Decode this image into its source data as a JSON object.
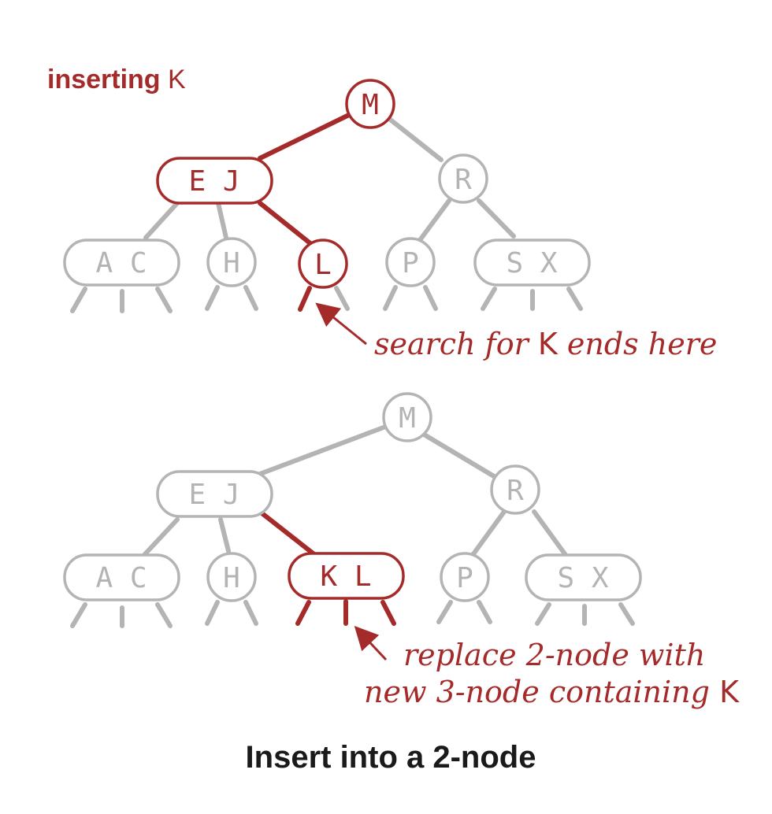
{
  "top_label": {
    "prefix": "inserting",
    "key": "K"
  },
  "tree_before": {
    "root": "M",
    "level1": [
      "E J",
      "R"
    ],
    "level2": [
      "A C",
      "H",
      "L",
      "P",
      "S X"
    ]
  },
  "annotation_before": {
    "prefix": "search for",
    "key": "K",
    "suffix": "ends here"
  },
  "tree_after": {
    "root": "M",
    "level1": [
      "E J",
      "R"
    ],
    "level2": [
      "A C",
      "H",
      "K L",
      "P",
      "S X"
    ]
  },
  "annotation_after": {
    "line1": "replace 2-node with",
    "line2_prefix": "new 3-node containing",
    "line2_key": "K"
  },
  "caption": "Insert into a 2-node",
  "colors": {
    "highlight": "#a52a2a",
    "inactive": "#b4b4b4",
    "caption": "#1a1a1a"
  }
}
